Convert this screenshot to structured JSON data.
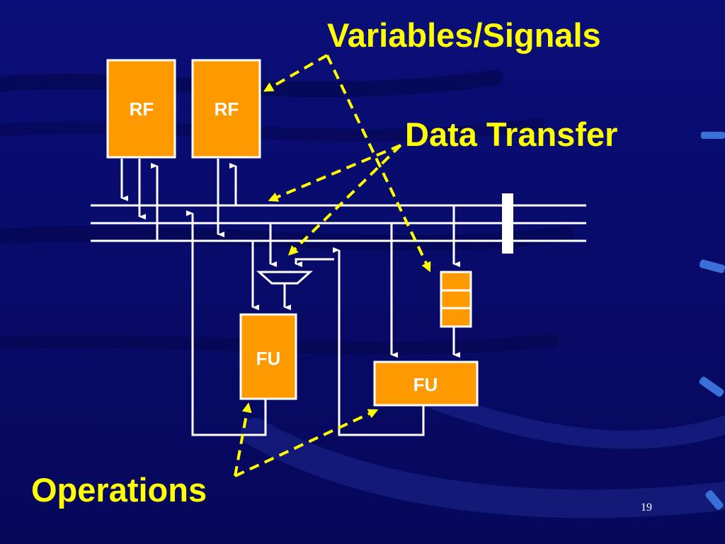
{
  "slide": {
    "page_number": "19",
    "colors": {
      "background": "#0b0f7a",
      "accent": "#ffff00",
      "block_fill": "#ff9900",
      "wire": "#ffffff"
    }
  },
  "labels": {
    "variables_signals": "Variables/Signals",
    "data_transfer": "Data Transfer",
    "operations": "Operations"
  },
  "blocks": {
    "rf_1": "RF",
    "rf_2": "RF",
    "fu_1": "FU",
    "fu_2": "FU"
  }
}
